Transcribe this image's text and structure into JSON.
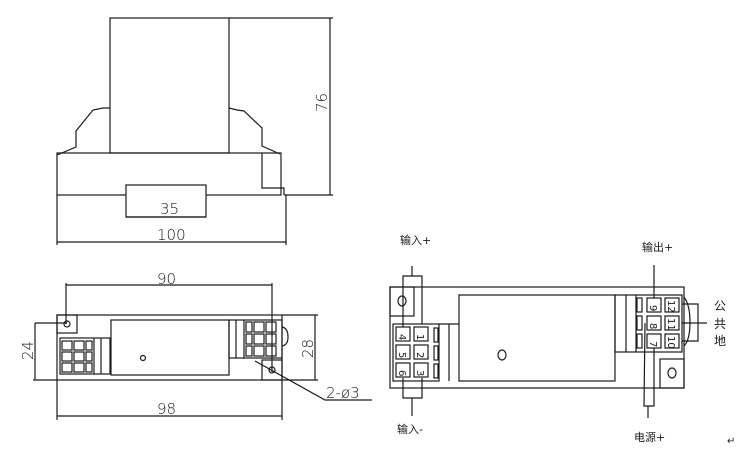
{
  "front_view": {
    "dim_height": "76",
    "dim_width": "100",
    "dim_rail": "35"
  },
  "top_view": {
    "dim_hole_spacing": "90",
    "dim_width": "98",
    "dim_left_height": "24",
    "dim_right_height": "28",
    "dim_holes": "2-ø3"
  },
  "wiring_view": {
    "labels": {
      "input_plus": "输入+",
      "input_minus": "输入-",
      "output_plus": "输出+",
      "power_plus": "电源+",
      "common_ground": [
        "公",
        "共",
        "地"
      ]
    },
    "terminals_left": [
      [
        "4",
        "1"
      ],
      [
        "5",
        "2"
      ],
      [
        "6",
        "3"
      ]
    ],
    "terminals_right": [
      [
        "9",
        "12"
      ],
      [
        "8",
        "11"
      ],
      [
        "7",
        "10"
      ]
    ]
  },
  "return_mark": "↵"
}
